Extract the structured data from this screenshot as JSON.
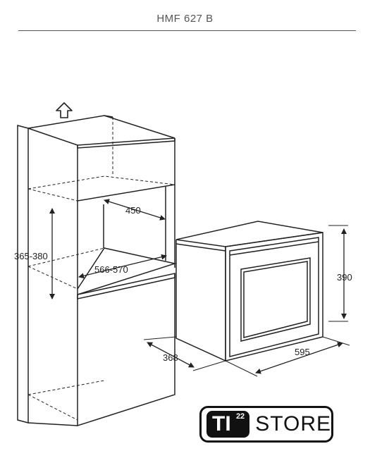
{
  "header": {
    "title": "HMF 627 B"
  },
  "dimensions": {
    "niche_depth": "450",
    "niche_height": "365-380",
    "niche_width": "566-570",
    "appliance_height": "390",
    "appliance_depth": "368",
    "appliance_width": "595"
  },
  "logo": {
    "badge": "TI",
    "superscript": "22",
    "word": "STORE"
  },
  "colors": {
    "line": "#222222",
    "logo": "#111111"
  },
  "icons": {
    "up_arrow": "up-arrow-icon"
  }
}
